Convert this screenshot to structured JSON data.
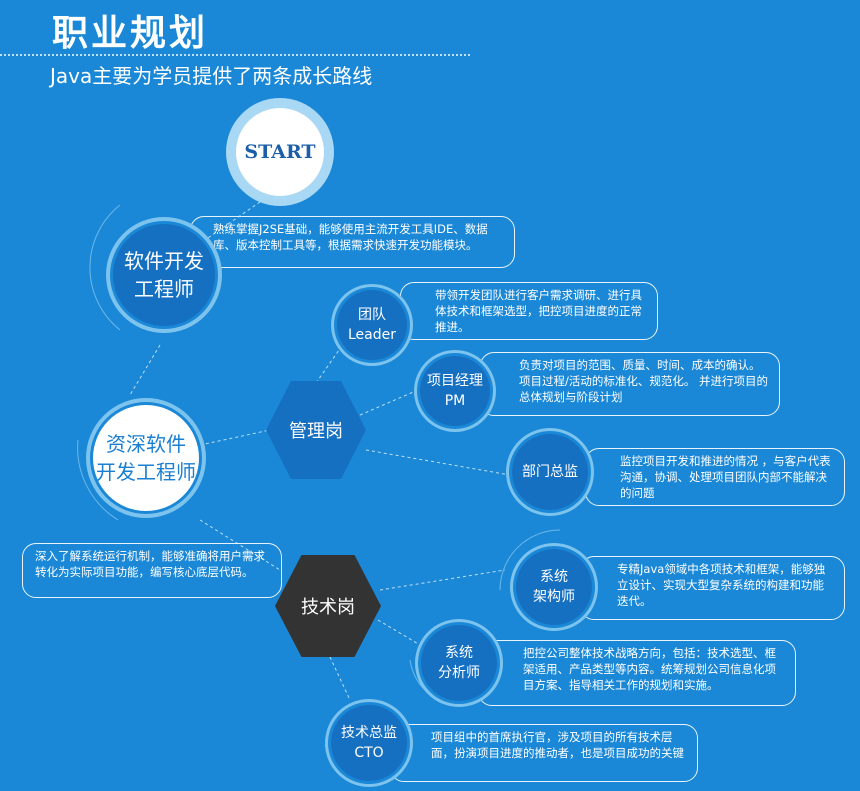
{
  "header": {
    "title": "职业规划",
    "subtitle": "Java主要为学员提供了两条成长路线"
  },
  "start": {
    "label": "START"
  },
  "nodes": {
    "software_engineer": {
      "line1": "软件开发",
      "line2": "工程师",
      "desc": "熟练掌握J2SE基础，能够使用主流开发工具IDE、数据库、版本控制工具等，根据需求快速开发功能模块。"
    },
    "senior_engineer": {
      "line1": "资深软件",
      "line2": "开发工程师",
      "desc": "深入了解系统运行机制，能够准确将用户需求转化为实际项目功能，编写核心底层代码。"
    },
    "management": {
      "label": "管理岗"
    },
    "technical": {
      "label": "技术岗"
    },
    "team_leader": {
      "line1": "团队",
      "line2": "Leader",
      "desc": "带领开发团队进行客户需求调研、进行具体技术和框架选型，把控项目进度的正常推进。"
    },
    "project_manager": {
      "line1": "项目经理",
      "line2": "PM",
      "desc": "负责对项目的范围、质量、时间、成本的确认。项目过程/活动的标准化、规范化。 并进行项目的总体规划与阶段计划"
    },
    "dept_director": {
      "line1": "部门总监",
      "desc": "监控项目开发和推进的情况 ，与客户代表沟通，协调、处理项目团队内部不能解决的问题"
    },
    "architect": {
      "line1": "系统",
      "line2": "架构师",
      "desc": "专精Java领域中各项技术和框架，能够独立设计、实现大型复杂系统的构建和功能迭代。"
    },
    "analyst": {
      "line1": "系统",
      "line2": "分析师",
      "desc": "把控公司整体技术战略方向，包括：技术选型、框架适用、产品类型等内容。统筹规划公司信息化项目方案、指导相关工作的规划和实施。"
    },
    "cto": {
      "line1": "技术总监",
      "line2": "CTO",
      "desc": "项目组中的首席执行官，涉及项目的所有技术层面，扮演项目进度的推动者，也是项目成功的关键"
    }
  },
  "colors": {
    "background": "#1a88d7",
    "node": "#1670c2",
    "tech_hex": "#333333"
  }
}
